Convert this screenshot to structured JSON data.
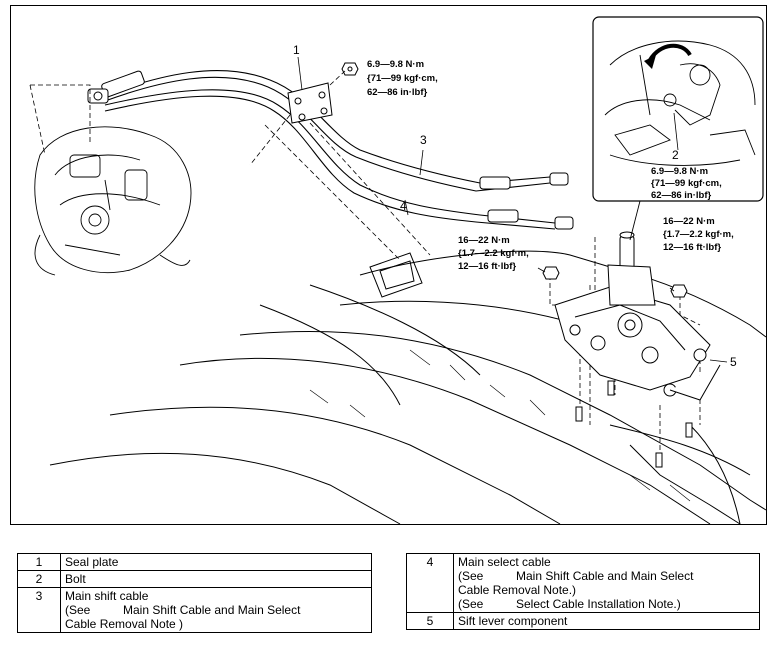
{
  "callouts": [
    "1",
    "2",
    "3",
    "4",
    "5"
  ],
  "torques": {
    "seal_plate_bolt": [
      "6.9—9.8 N·m",
      "{71—99 kgf·cm,",
      "62—86 in·lbf}"
    ],
    "inset_bolt": [
      "6.9—9.8 N·m",
      "{71—99 kgf·cm,",
      "62—86 in·lbf}"
    ],
    "base_bolt_left": [
      "16—22 N·m",
      "{1.7—2.2 kgf·m,",
      "12—16 ft·lbf}"
    ],
    "base_bolt_right": [
      "16—22 N·m",
      "{1.7—2.2 kgf·m,",
      "12—16 ft·lbf}"
    ]
  },
  "legend_left": [
    {
      "num": "1",
      "label": "Seal plate"
    },
    {
      "num": "2",
      "label": "Bolt"
    },
    {
      "num": "3",
      "label": "Main shift cable",
      "see": "(See",
      "ref": "Main Shift Cable and Main Select",
      "ref2": "Cable Removal Note )"
    }
  ],
  "legend_right": [
    {
      "num": "4",
      "label": "Main select cable",
      "see": "(See",
      "ref": "Main Shift Cable and Main Select",
      "ref2": "Cable Removal Note.)",
      "see2": "(See",
      "ref3": "Select Cable Installation Note.)"
    },
    {
      "num": "5",
      "label": "Sift lever component"
    }
  ]
}
